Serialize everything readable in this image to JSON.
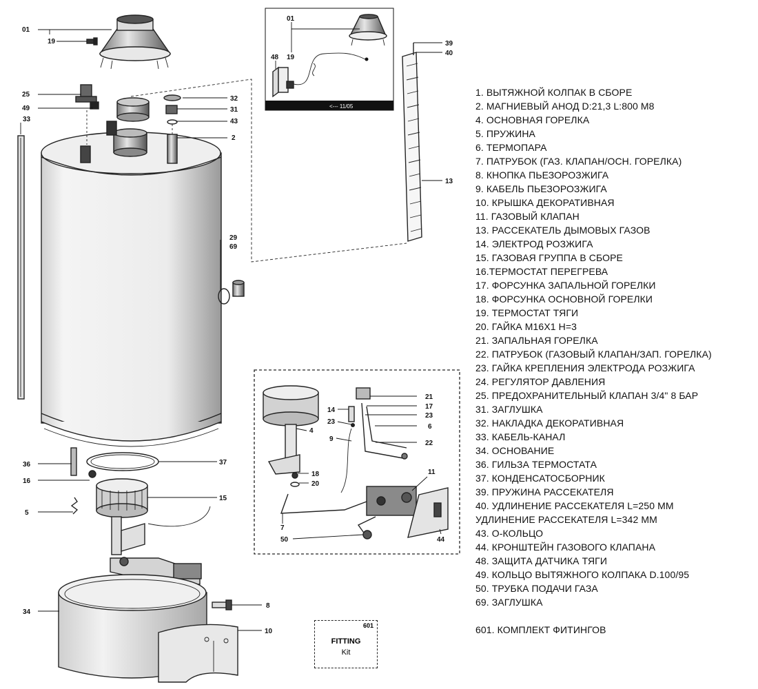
{
  "callouts": {
    "c01": "01",
    "c19": "19",
    "c25": "25",
    "c49": "49",
    "c33": "33",
    "c32": "32",
    "c31": "31",
    "c43": "43",
    "c2": "2",
    "i01": "01",
    "i19": "19",
    "i48": "48",
    "inset_date": "<--- 11/05",
    "c39": "39",
    "c40": "40",
    "c13": "13",
    "c29": "29",
    "c69": "69",
    "c36": "36",
    "c37": "37",
    "c16": "16",
    "c15": "15",
    "c5": "5",
    "c34": "34",
    "c8": "8",
    "c10": "10",
    "g21": "21",
    "g17": "17",
    "g23r": "23",
    "g14": "14",
    "g23l": "23",
    "g6": "6",
    "g4": "4",
    "g9": "9",
    "g22": "22",
    "g11": "11",
    "g18": "18",
    "g20": "20",
    "g7": "7",
    "g50": "50",
    "g44": "44"
  },
  "kit": {
    "code": "601",
    "line1": "FITTING",
    "line2": "Kit"
  },
  "legend": [
    "1. ВЫТЯЖНОЙ КОЛПАК В СБОРЕ",
    "2. МАГНИЕВЫЙ АНОД D:21,3 L:800 M8",
    "4. ОСНОВНАЯ ГОРЕЛКА",
    "5. ПРУЖИНА",
    "6. ТЕРМОПАРА",
    "7. ПАТРУБОК (ГАЗ. КЛАПАН/ОСН. ГОРЕЛКА)",
    "8. КНОПКА ПЬЕЗОРОЗЖИГА",
    "9. КАБЕЛЬ ПЬЕЗОРОЗЖИГА",
    "10. КРЫШКА ДЕКОРАТИВНАЯ",
    "11. ГАЗОВЫЙ КЛАПАН",
    "13. РАССЕКАТЕЛЬ ДЫМОВЫХ ГАЗОВ",
    "14. ЭЛЕКТРОД РОЗЖИГА",
    "15. ГАЗОВАЯ ГРУППА В СБОРЕ",
    "16.ТЕРМОСТАТ ПЕРЕГРЕВА",
    "17. ФОРСУНКА ЗАПАЛЬНОЙ ГОРЕЛКИ",
    "18. ФОРСУНКА ОСНОВНОЙ ГОРЕЛКИ",
    "19. ТЕРМОСТАТ ТЯГИ",
    "20. ГАЙКА M16X1 H=3",
    "21. ЗАПАЛЬНАЯ ГОРЕЛКА",
    "22. ПАТРУБОК (ГАЗОВЫЙ КЛАПАН/ЗАП. ГОРЕЛКА)",
    "23. ГАЙКА КРЕПЛЕНИЯ ЭЛЕКТРОДА РОЗЖИГА",
    "24. РЕГУЛЯТОР ДАВЛЕНИЯ",
    "25. ПРЕДОХРАНИТЕЛЬНЫЙ КЛАПАН 3/4\" 8 БАР",
    "31. ЗАГЛУШКА",
    "32. НАКЛАДКА ДЕКОРАТИВНАЯ",
    "33. КАБЕЛЬ-КАНАЛ",
    "34. ОСНОВАНИЕ",
    "36. ГИЛЬЗА ТЕРМОСТАТА",
    "37. КОНДЕНСАТОСБОРНИК",
    "39. ПРУЖИНА РАССЕКАТЕЛЯ",
    "40. УДЛИНЕНИЕ РАССЕКАТЕЛЯ L=250 MM",
    "УДЛИНЕНИЕ РАССЕКАТЕЛЯ L=342 MM",
    "43. О-КОЛЬЦО",
    "44. КРОНШТЕЙН ГАЗОВОГО КЛАПАНА",
    "48. ЗАЩИТА ДАТЧИКА ТЯГИ",
    "49. КОЛЬЦО ВЫТЯЖНОГО КОЛПАКА D.100/95",
    "50. ТРУБКА ПОДАЧИ ГАЗА",
    "69. ЗАГЛУШКА"
  ],
  "legend_footer": "601. КОМПЛЕКТ ФИТИНГОВ"
}
